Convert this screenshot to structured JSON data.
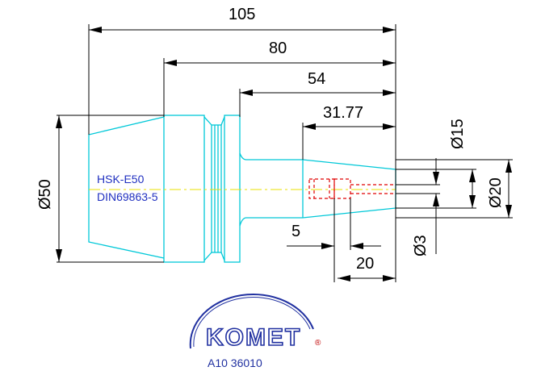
{
  "dimensions": {
    "overall_length": "105",
    "flange_length": "80",
    "groove_length": "54",
    "shank_length": "31.77",
    "bore_offset": "5",
    "bore_depth": "20",
    "dia_body": "Ø50",
    "dia_shank_small": "Ø15",
    "dia_shank": "Ø20",
    "dia_bore": "Ø3"
  },
  "labels": {
    "standard": "HSK-E50",
    "din": "DIN69863-5"
  },
  "brand": {
    "name": "KOMET",
    "registered": "®",
    "article": "A10 36010"
  },
  "colors": {
    "part_outline": "#00c8d8",
    "centerline": "#e8e000",
    "bore": "#e00000",
    "dimension": "#000000",
    "label": "#2030c0",
    "logo": "#2030a0"
  }
}
